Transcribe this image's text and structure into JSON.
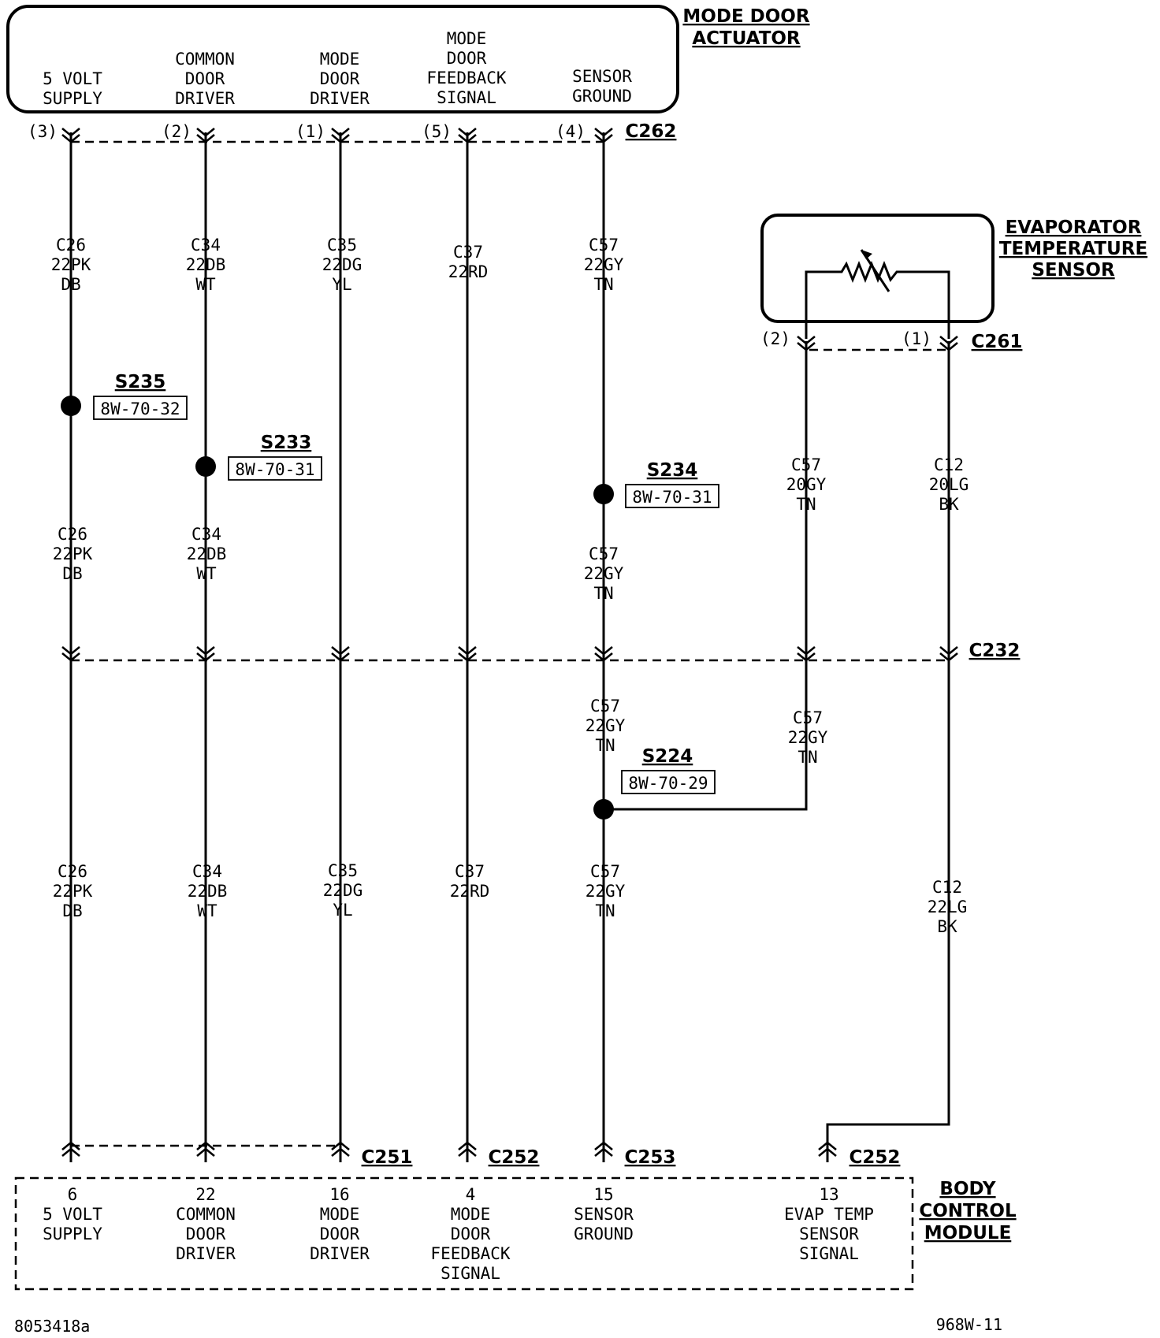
{
  "mode_door_actuator": {
    "title": [
      "MODE DOOR",
      "ACTUATOR"
    ],
    "connector": "C262",
    "pins": [
      {
        "label": [
          "5 VOLT",
          "SUPPLY"
        ],
        "cavity": "(3)"
      },
      {
        "label": [
          "COMMON",
          "DOOR",
          "DRIVER"
        ],
        "cavity": "(2)"
      },
      {
        "label": [
          "MODE",
          "DOOR",
          "DRIVER"
        ],
        "cavity": "(1)"
      },
      {
        "label": [
          "MODE",
          "DOOR",
          "FEEDBACK",
          "SIGNAL"
        ],
        "cavity": "(5)"
      },
      {
        "label": [
          "SENSOR",
          "GROUND"
        ],
        "cavity": "(4)"
      }
    ]
  },
  "evap_sensor": {
    "title": [
      "EVAPORATOR",
      "TEMPERATURE",
      "SENSOR"
    ],
    "connector": "C261",
    "pins": [
      "(2)",
      "(1)"
    ]
  },
  "wires_upper": [
    [
      "C26",
      "22PK",
      "DB"
    ],
    [
      "C34",
      "22DB",
      "WT"
    ],
    [
      "C35",
      "22DG",
      "YL"
    ],
    [
      "C37",
      "22RD"
    ],
    [
      "C57",
      "22GY",
      "TN"
    ]
  ],
  "wires_mid": [
    [
      "C26",
      "22PK",
      "DB"
    ],
    [
      "C34",
      "22DB",
      "WT"
    ],
    [
      "C57",
      "22GY",
      "TN"
    ]
  ],
  "wires_evap": [
    [
      "C57",
      "20GY",
      "TN"
    ],
    [
      "C12",
      "20LG",
      "BK"
    ]
  ],
  "wires_below_c232": [
    [
      "C57",
      "22GY",
      "TN"
    ],
    [
      "C57",
      "22GY",
      "TN"
    ]
  ],
  "wires_lower": [
    [
      "C26",
      "22PK",
      "DB"
    ],
    [
      "C34",
      "22DB",
      "WT"
    ],
    [
      "C35",
      "22DG",
      "YL"
    ],
    [
      "C37",
      "22RD"
    ],
    [
      "C57",
      "22GY",
      "TN"
    ],
    [
      "C12",
      "22LG",
      "BK"
    ]
  ],
  "splices": [
    {
      "id": "S235",
      "ref": "8W-70-32"
    },
    {
      "id": "S233",
      "ref": "8W-70-31"
    },
    {
      "id": "S234",
      "ref": "8W-70-31"
    },
    {
      "id": "S224",
      "ref": "8W-70-29"
    }
  ],
  "inline_connector": "C232",
  "bcm": {
    "title": [
      "BODY",
      "CONTROL",
      "MODULE"
    ],
    "connectors": [
      "C251",
      "C252",
      "C253",
      "C252"
    ],
    "pins": [
      {
        "num": "6",
        "label": [
          "5 VOLT",
          "SUPPLY"
        ]
      },
      {
        "num": "22",
        "label": [
          "COMMON",
          "DOOR",
          "DRIVER"
        ]
      },
      {
        "num": "16",
        "label": [
          "MODE",
          "DOOR",
          "DRIVER"
        ]
      },
      {
        "num": "4",
        "label": [
          "MODE",
          "DOOR",
          "FEEDBACK",
          "SIGNAL"
        ]
      },
      {
        "num": "15",
        "label": [
          "SENSOR",
          "GROUND"
        ]
      },
      {
        "num": "13",
        "label": [
          "EVAP TEMP",
          "SENSOR",
          "SIGNAL"
        ]
      }
    ]
  },
  "footer": {
    "left": "8053418a",
    "right": "968W-11"
  }
}
